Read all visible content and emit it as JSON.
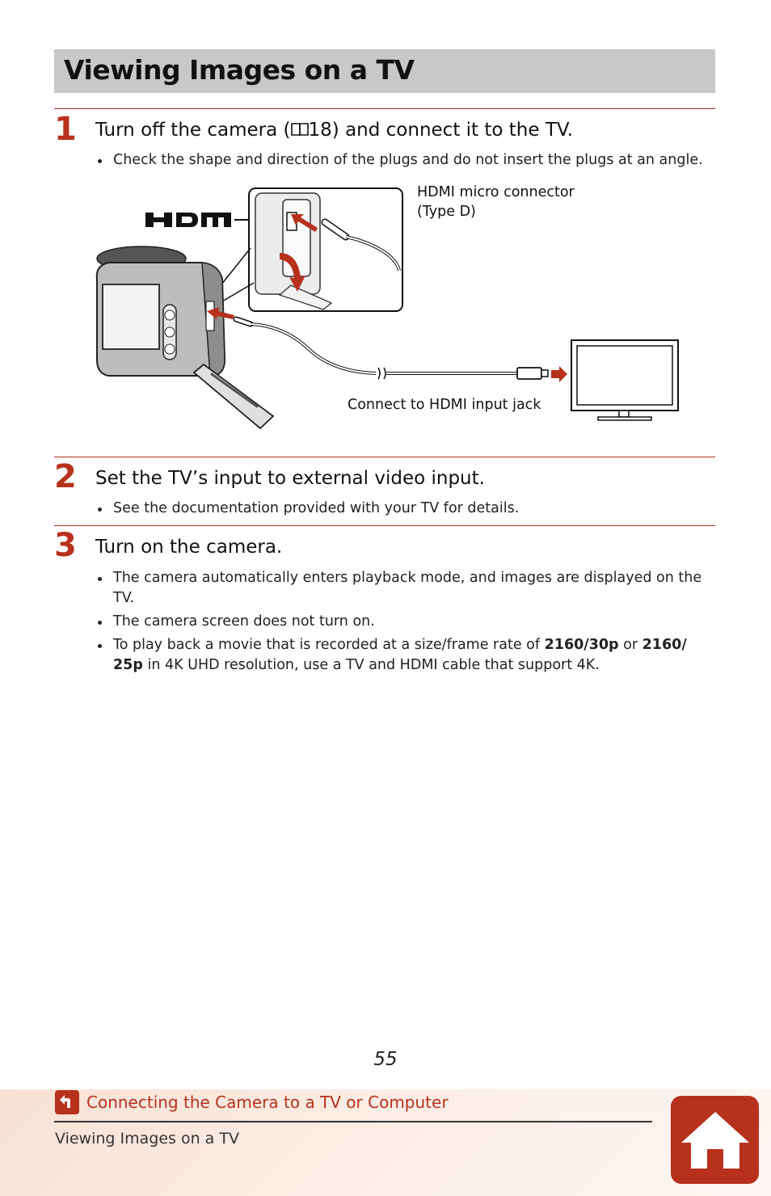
{
  "title": "Viewing Images on a TV",
  "steps": [
    {
      "number": "1",
      "heading_pre": "Turn off the camera (",
      "heading_ref": "18",
      "heading_post": ") and connect it to the TV.",
      "bullets": [
        "Check the shape and direction of the plugs and do not insert the plugs at an angle."
      ]
    },
    {
      "number": "2",
      "heading": "Set the TV’s input to external video input.",
      "bullets": [
        "See the documentation provided with your TV for details."
      ]
    },
    {
      "number": "3",
      "heading": "Turn on the camera.",
      "bullets": [
        "The camera automatically enters playback mode, and images are displayed on the TV.",
        "The camera screen does not turn on."
      ],
      "bullet3": {
        "pre": "To play back a movie that is recorded at a size/frame rate of ",
        "bold1": "2160/30p",
        "mid": " or ",
        "bold2": "2160/ 25p",
        "post": " in 4K UHD resolution, use a TV and HDMI cable that support 4K."
      }
    }
  ],
  "figure": {
    "hdmi_logo": "HDMI",
    "connector_label_line1": "HDMI micro connector",
    "connector_label_line2": "(Type D)",
    "tv_label": "Connect to HDMI input jack"
  },
  "page_number": "55",
  "footer": {
    "link": "Connecting the Camera to a TV or Computer",
    "subtitle": "Viewing Images on a TV"
  },
  "icons": {
    "book": "book-reference-icon",
    "back": "back-arrow-icon",
    "home": "home-icon"
  },
  "colors": {
    "accent": "#b8311c",
    "title_bar": "#c8c8c8"
  }
}
